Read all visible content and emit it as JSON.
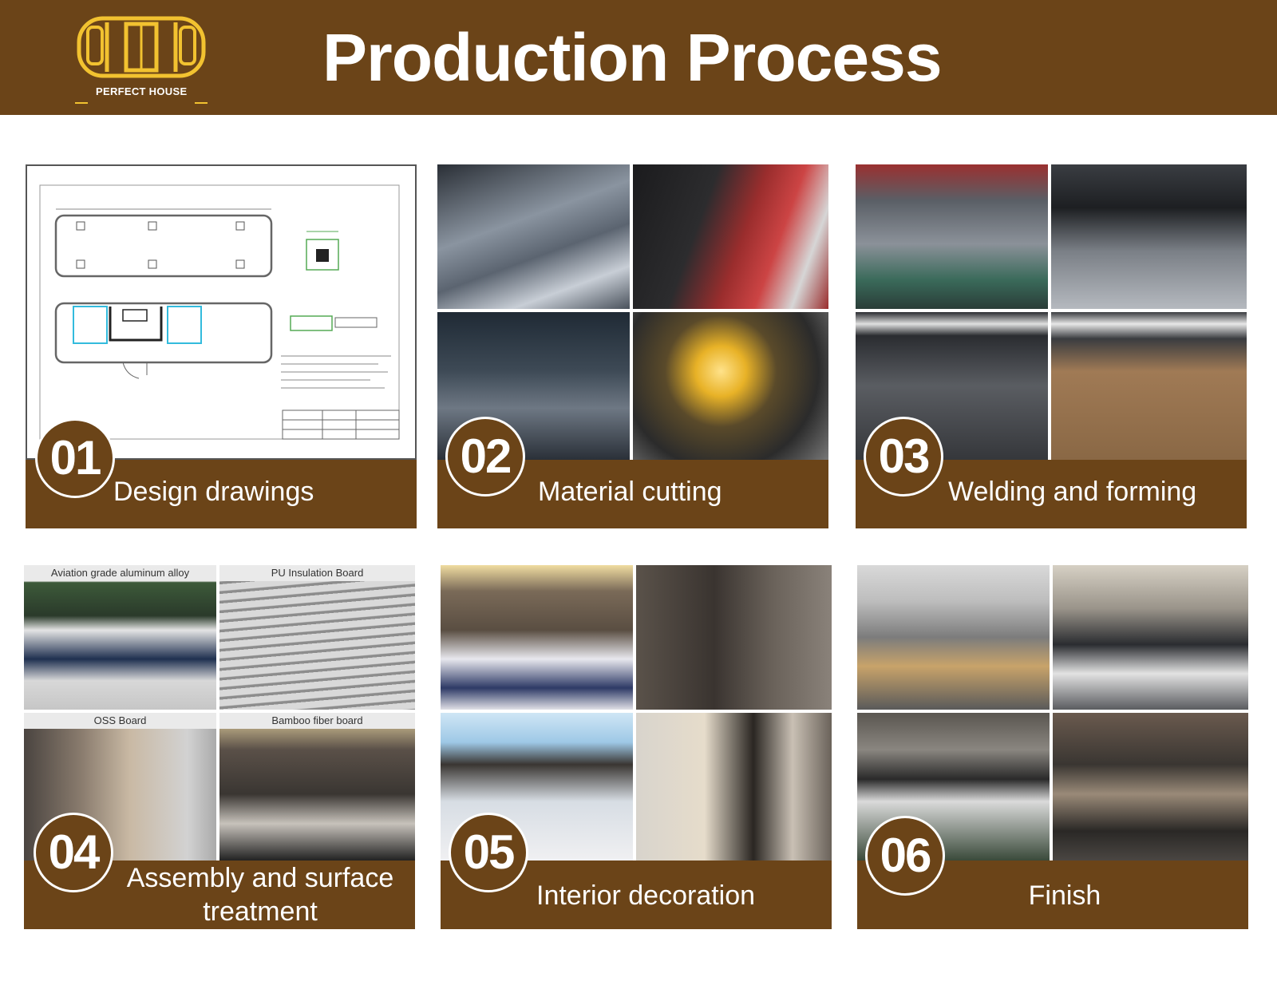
{
  "header": {
    "title": "Production Process",
    "brand": "PERFECT HOUSE",
    "colors": {
      "band": "#6b4418",
      "logo": "#f2c230",
      "text": "#ffffff"
    }
  },
  "steps": [
    {
      "number": "01",
      "label": "Design drawings"
    },
    {
      "number": "02",
      "label": "Material cutting"
    },
    {
      "number": "03",
      "label": "Welding and forming"
    },
    {
      "number": "04",
      "label_line1": "Assembly and surface",
      "label_line2": "treatment",
      "captions": [
        "Aviation grade aluminum alloy",
        "PU Insulation Board",
        "OSS Board",
        "Bamboo fiber board"
      ]
    },
    {
      "number": "05",
      "label": "Interior decoration"
    },
    {
      "number": "06",
      "label": "Finish"
    }
  ]
}
